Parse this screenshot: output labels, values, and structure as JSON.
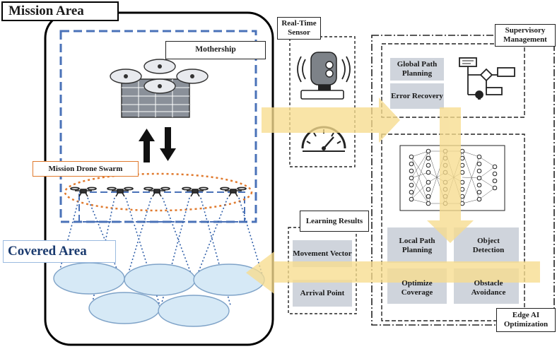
{
  "mission_area": {
    "title": "Mission Area"
  },
  "mothership": {
    "label": "Mothership"
  },
  "swarm": {
    "label": "Mission Drone Swarm"
  },
  "covered_area": {
    "label": "Covered Area"
  },
  "sensor": {
    "label": "Real-Time Sensor"
  },
  "supervisory": {
    "label": "Supervisory Management",
    "global_path": "Global Path Planning",
    "error_recovery": "Error Recovery"
  },
  "learning": {
    "label": "Learning Results",
    "movement_vector": "Movement Vector",
    "arrival_point": "Arrival Point"
  },
  "edge": {
    "label": "Edge AI Optimization",
    "local_path": "Local Path Planning",
    "object_detection": "Object Detection",
    "optimize_coverage": "Optimize Coverage",
    "obstacle_avoidance": "Obstacle Avoidance"
  },
  "colors": {
    "frame_blue": "#4a72b8",
    "swarm_orange": "#e07a2e",
    "flow_arrow": "#f7dc8e",
    "module_grey": "#cfd4dc",
    "coverage_fill": "#d6e9f6"
  },
  "icons": [
    "mothership-icon",
    "drone-icon",
    "up-arrow-icon",
    "down-arrow-icon",
    "sensor-camera-icon",
    "speedometer-icon",
    "flowchart-icon",
    "neural-network-icon",
    "flow-arrow-icon"
  ]
}
